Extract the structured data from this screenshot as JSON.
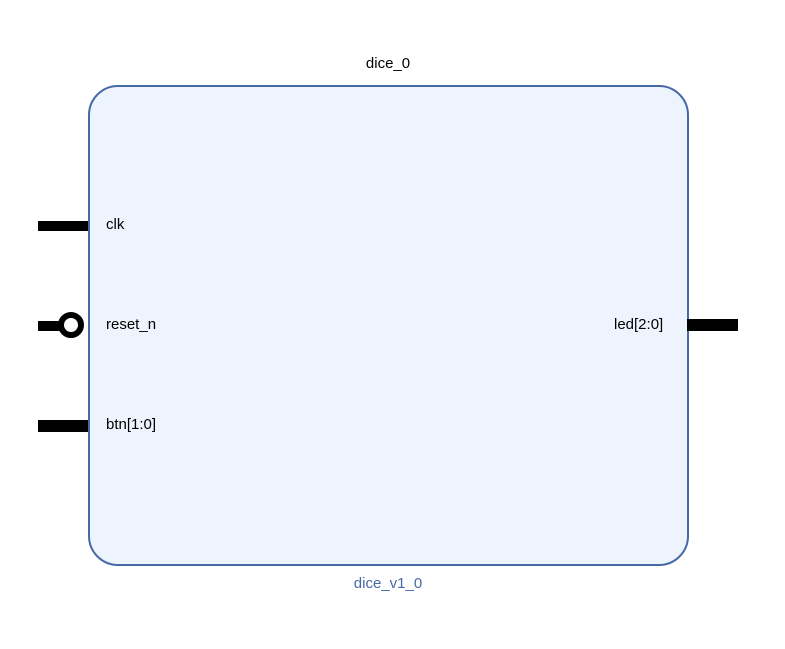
{
  "block": {
    "instance_name": "dice_0",
    "module_name": "dice_v1_0",
    "border_color": "#4769a6",
    "fill_color": "#edf4fd"
  },
  "ports": {
    "clk": {
      "label": "clk",
      "direction": "input"
    },
    "reset_n": {
      "label": "reset_n",
      "direction": "input",
      "active_low": true
    },
    "btn": {
      "label": "btn[1:0]",
      "direction": "input",
      "bus": true
    },
    "led": {
      "label": "led[2:0]",
      "direction": "output",
      "bus": true
    }
  }
}
